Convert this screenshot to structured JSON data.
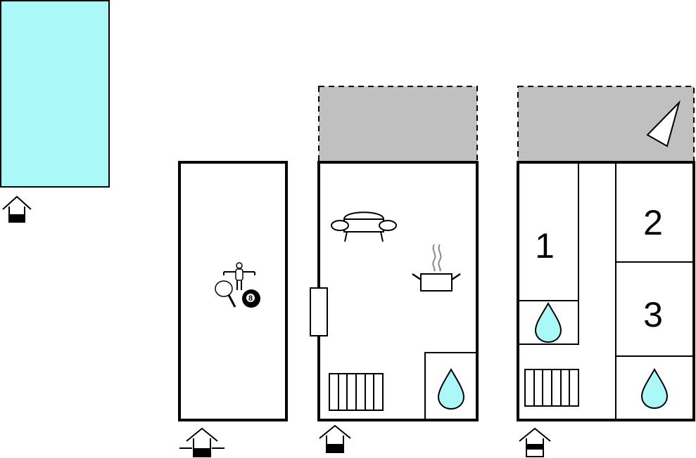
{
  "rooms": {
    "bedroom_1": "1",
    "bedroom_2": "2",
    "bedroom_3": "3"
  },
  "billiard_ball": "8",
  "icons": [
    "pool",
    "entrance-icon",
    "table-tennis-icon",
    "table-football-icon",
    "billiard-ball-icon",
    "sofa-icon",
    "cooking-pot-icon",
    "heater-icon",
    "water-drop-icon",
    "compass-icon"
  ],
  "colors": {
    "pool": "#aaf8f8",
    "terrace": "#c0c0c0",
    "water": "#aaf8f8"
  }
}
